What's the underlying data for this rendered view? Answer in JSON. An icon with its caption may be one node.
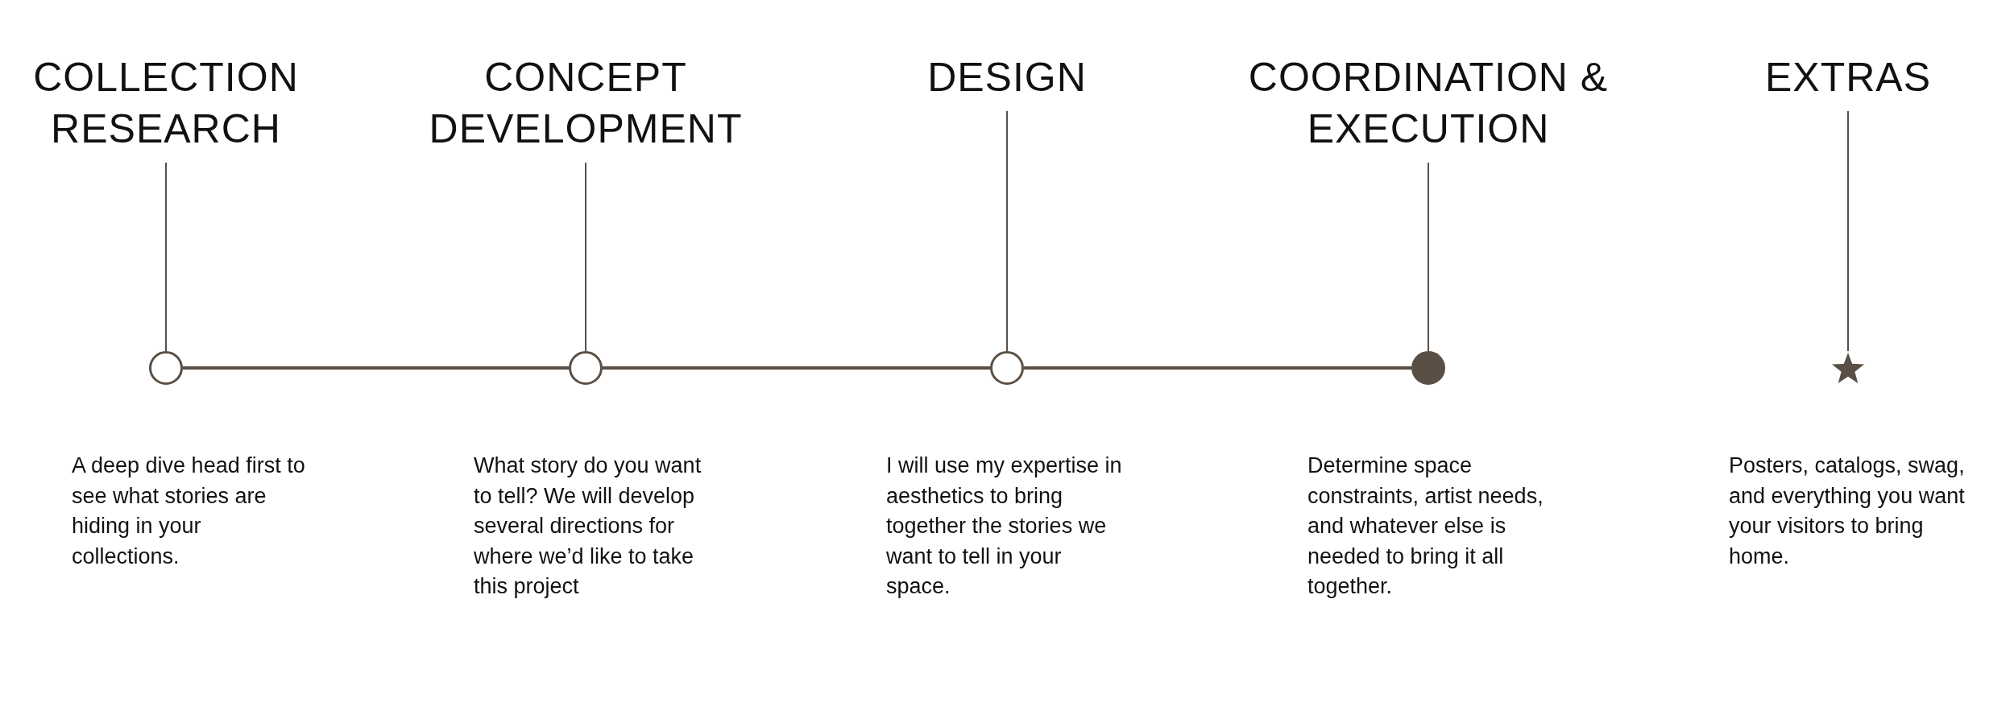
{
  "diagram": {
    "nodes": [
      {
        "text": [
          "COLLECTION RESEARCH"
        ]
      },
      {
        "text": [
          "CONCEPT DEVELOPMENT"
        ]
      },
      {
        "text": [
          "DESIGN"
        ]
      },
      {
        "text": [
          "COORDINATION & EXECUTION"
        ]
      },
      {
        "text": [
          "EXTRAS"
        ]
      },
      {
        "text": [],
        "shape": "circle",
        "beside": [
          "A deep dive head first to see what stories are hiding in your collections."
        ]
      },
      {
        "text": [],
        "shape": "circle",
        "beside": [
          "What story do you want to tell? We will develop several directions for where we’d like to take this project"
        ]
      },
      {
        "text": [],
        "shape": "circle",
        "beside": [
          "I will use my expertise in aesthetics to bring together the stories we want to tell in your space."
        ]
      },
      {
        "text": [],
        "shape": "circle",
        "beside": [
          "Determine space constraints, artist needs, and whatever else is needed to bring it all together."
        ]
      },
      {
        "text": [],
        "shape": "star",
        "beside": [
          "Posters, catalogs, swag, and everything you want your visitors to bring home."
        ]
      }
    ],
    "edges": [
      {
        "from": 0,
        "to": 5,
        "arrow": "none"
      },
      {
        "from": 1,
        "to": 6,
        "arrow": "none"
      },
      {
        "from": 2,
        "to": 7,
        "arrow": "none"
      },
      {
        "from": 3,
        "to": 8,
        "arrow": "none"
      },
      {
        "from": 4,
        "to": 9,
        "arrow": "none"
      },
      {
        "from": 5,
        "to": 6,
        "arrow": "none"
      },
      {
        "from": 6,
        "to": 7,
        "arrow": "none"
      },
      {
        "from": 7,
        "to": 8,
        "arrow": "none"
      }
    ]
  }
}
